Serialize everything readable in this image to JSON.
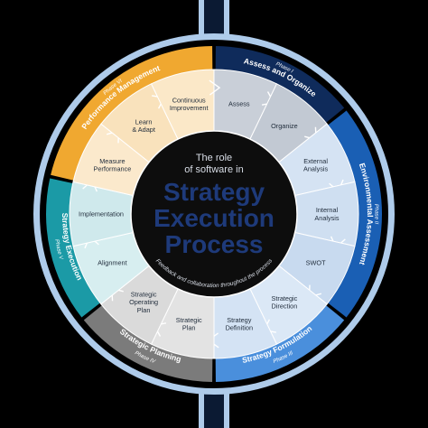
{
  "hub": {
    "top_line_1": "The role",
    "top_line_2": "of software in",
    "title_line_1": "Strategy",
    "title_line_2": "Execution",
    "title_line_3": "Process",
    "arc_caption": "Feedback and collaboration throughout the process"
  },
  "phases": [
    {
      "id": "phase-1",
      "small": "Phase I",
      "name": "Assess and Organize",
      "color": "#0f2b5b"
    },
    {
      "id": "phase-2",
      "small": "Phase II",
      "name": "Environmental Assessment",
      "color": "#1a5fb4"
    },
    {
      "id": "phase-3",
      "small": "Phase III",
      "name": "Strategy Formulation",
      "color": "#4a8fdc"
    },
    {
      "id": "phase-4",
      "small": "Phase IV",
      "name": "Strategic Planning",
      "color": "#7b7b7b"
    },
    {
      "id": "phase-5",
      "small": "Phase V",
      "name": "Strategy Execution",
      "color": "#1b9aa6"
    },
    {
      "id": "phase-6",
      "small": "Phase VI",
      "name": "Performance Management",
      "color": "#f0a830"
    }
  ],
  "segments": [
    {
      "id": "assess",
      "lines": [
        "Assess"
      ],
      "fill": "#c9cfd8"
    },
    {
      "id": "organize",
      "lines": [
        "Organize"
      ],
      "fill": "#c2c9d3"
    },
    {
      "id": "external-analysis",
      "lines": [
        "External",
        "Analysis"
      ],
      "fill": "#d5e3f3"
    },
    {
      "id": "internal-analysis",
      "lines": [
        "Internal",
        "Analysis"
      ],
      "fill": "#cfdff1"
    },
    {
      "id": "swot",
      "lines": [
        "SWOT"
      ],
      "fill": "#c8daef"
    },
    {
      "id": "strategic-direction",
      "lines": [
        "Strategic",
        "Direction"
      ],
      "fill": "#dbe8f6"
    },
    {
      "id": "strategy-definition",
      "lines": [
        "Strategy",
        "Definition"
      ],
      "fill": "#d4e3f4"
    },
    {
      "id": "strategic-plan",
      "lines": [
        "Strategic",
        "Plan"
      ],
      "fill": "#e3e3e3"
    },
    {
      "id": "strategic-operating-plan",
      "lines": [
        "Strategic",
        "Operating",
        "Plan"
      ],
      "fill": "#dadada"
    },
    {
      "id": "alignment",
      "lines": [
        "Alignment"
      ],
      "fill": "#d7eef0"
    },
    {
      "id": "implementation",
      "lines": [
        "Implementation"
      ],
      "fill": "#cfe9ec"
    },
    {
      "id": "measure-performance",
      "lines": [
        "Measure",
        "Performance"
      ],
      "fill": "#fbe9cc"
    },
    {
      "id": "learn-adapt",
      "lines": [
        "Learn",
        "& Adapt"
      ],
      "fill": "#f9e2bc"
    },
    {
      "id": "continuous-improvement",
      "lines": [
        "Continuous",
        "Improvement"
      ],
      "fill": "#fbe8c8"
    }
  ],
  "colors": {
    "background": "#000000",
    "outer_ring": "#aecbea",
    "hub": "#0d0d0d",
    "hub_title": "#1e3a7a",
    "spine": "#aecbea"
  }
}
